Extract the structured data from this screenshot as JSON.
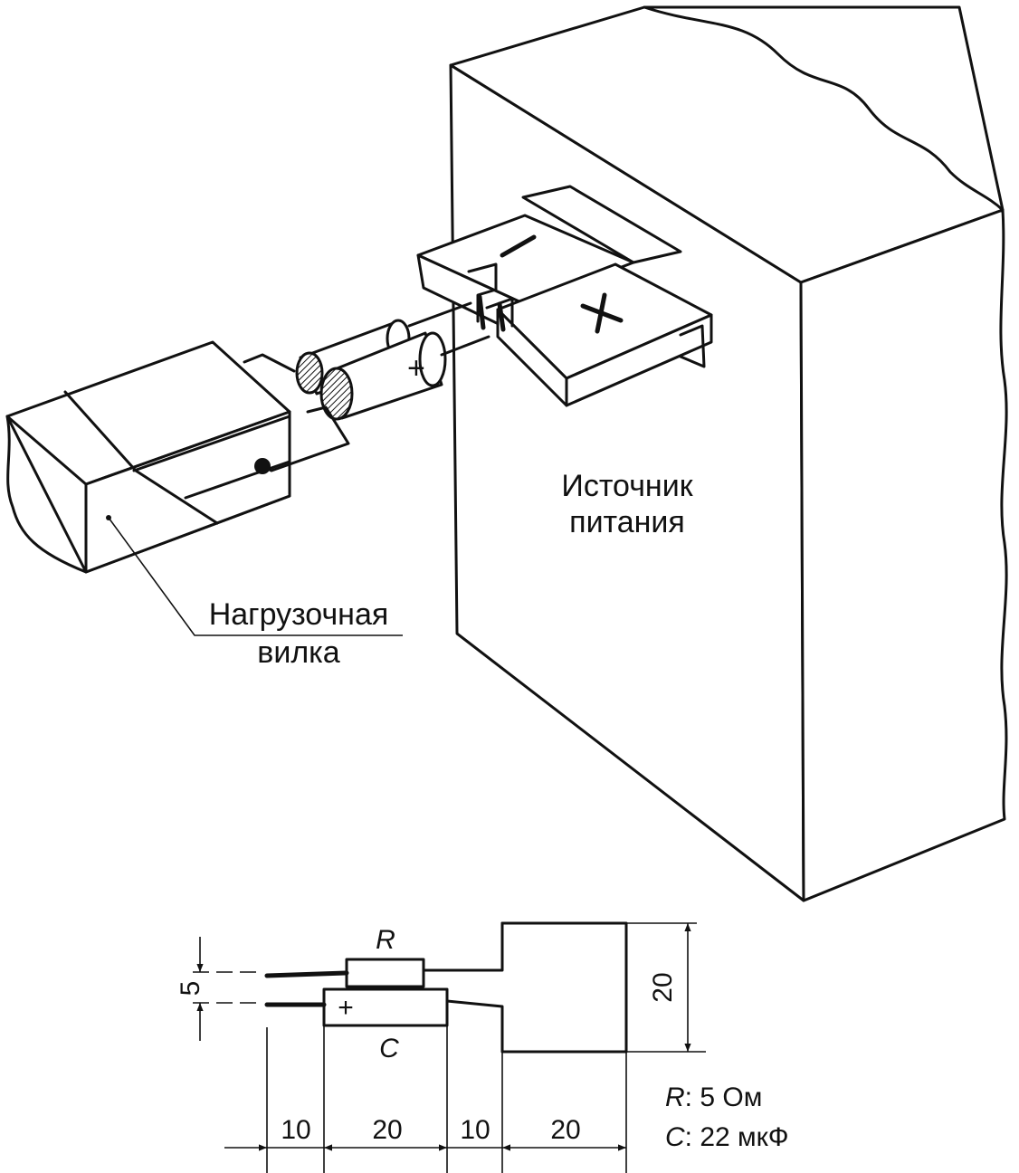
{
  "labels": {
    "power_source_line1": "Источник",
    "power_source_line2": "питания",
    "load_plug_line1": "Нагрузочная",
    "load_plug_line2": "вилка",
    "terminal_minus": "−",
    "terminal_plus": "+",
    "capacitor_polarity": "+"
  },
  "schematic": {
    "resistor_letter": "R",
    "capacitor_letter": "C",
    "dim_lead_gap": "5",
    "dim_block_height": "20",
    "dim_segments": [
      "10",
      "20",
      "10",
      "20"
    ],
    "legend_r_letter": "R",
    "legend_r_value": ": 5 Ом",
    "legend_c_letter": "C",
    "legend_c_value": ": 22 мкФ"
  }
}
